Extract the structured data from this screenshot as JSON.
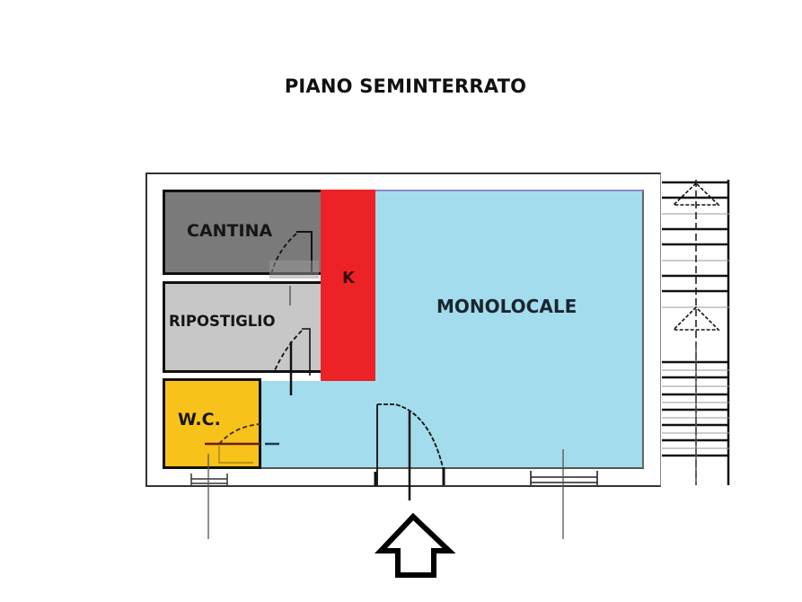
{
  "title": "PIANO SEMINTERRATO",
  "rooms": {
    "cantina": {
      "label": "CANTINA",
      "color": "#7a7a7a"
    },
    "ripostiglio": {
      "label": "RIPOSTIGLIO",
      "color": "#c7c7c7"
    },
    "wc": {
      "label": "W.C.",
      "color": "#f7c21a"
    },
    "kitchen": {
      "label": "K",
      "color": "#ec2227"
    },
    "monolocale": {
      "label": "MONOLOCALE",
      "color": "#a3dcec"
    }
  },
  "icons": {
    "entrance": "entrance-arrow-icon",
    "stairs": "staircase-icon"
  }
}
